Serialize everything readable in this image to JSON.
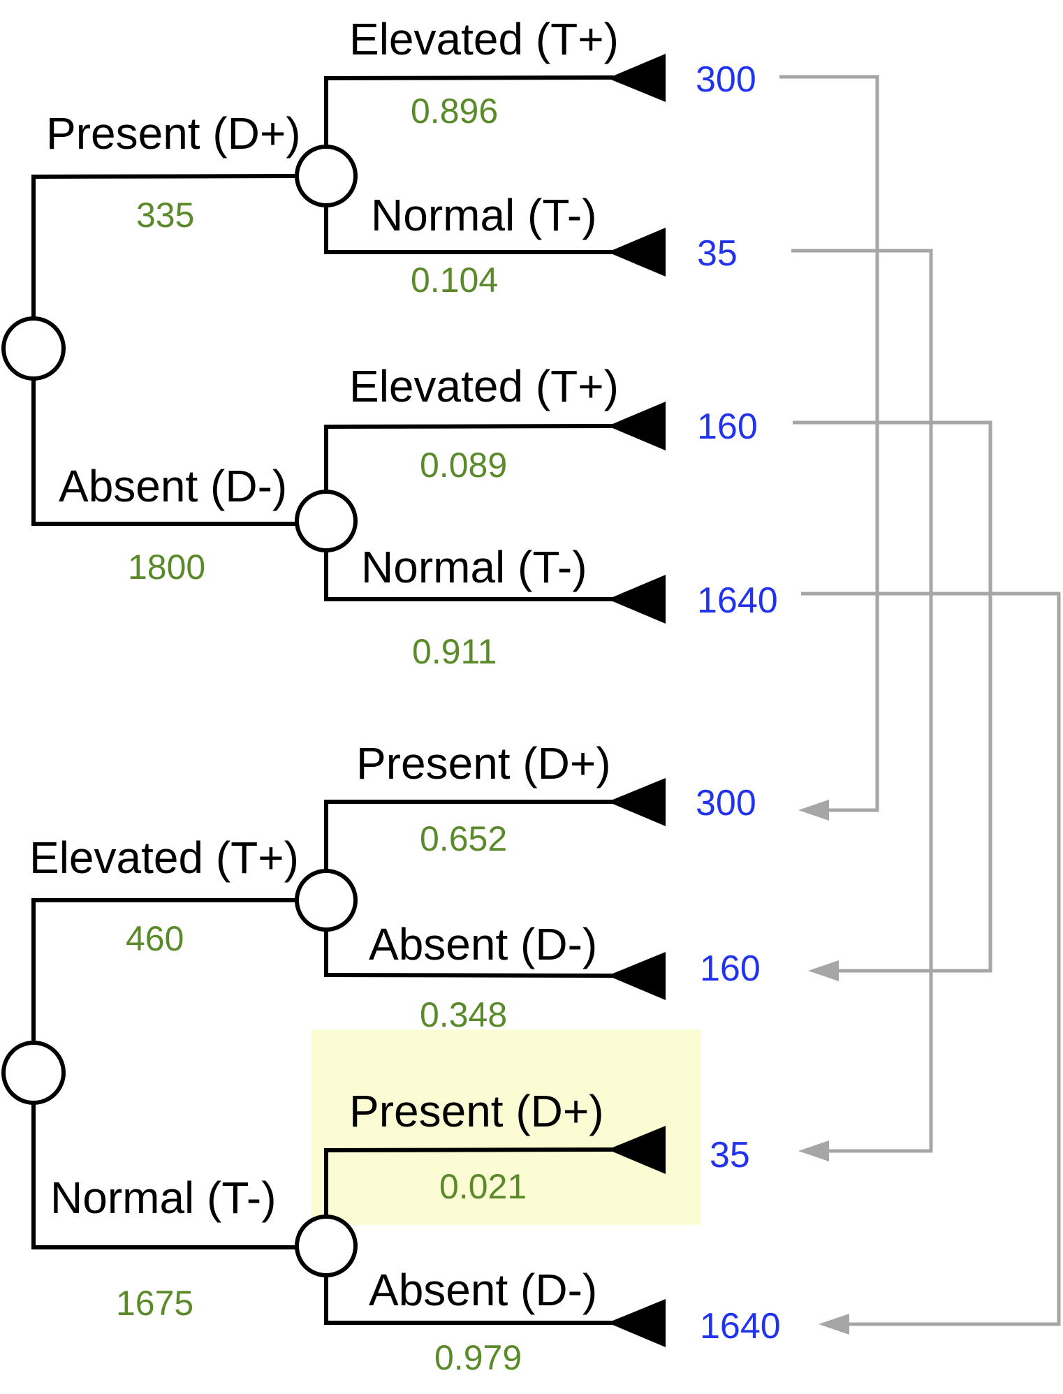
{
  "colors": {
    "line": "#000000",
    "probability_text": "#5a8a2a",
    "outcome_text": "#2233ee",
    "connector": "#a6a6a6",
    "highlight": "#fbfbd4"
  },
  "top_tree": {
    "present": {
      "label": "Present (D+)",
      "count": "335",
      "branches": [
        {
          "label": "Elevated (T+)",
          "prob": "0.896",
          "outcome": "300"
        },
        {
          "label": "Normal (T-)",
          "prob": "0.104",
          "outcome": "35"
        }
      ]
    },
    "absent": {
      "label": "Absent (D-)",
      "count": "1800",
      "branches": [
        {
          "label": "Elevated (T+)",
          "prob": "0.089",
          "outcome": "160"
        },
        {
          "label": "Normal (T-)",
          "prob": "0.911",
          "outcome": "1640"
        }
      ]
    }
  },
  "bottom_tree": {
    "elevated": {
      "label": "Elevated (T+)",
      "count": "460",
      "branches": [
        {
          "label": "Present (D+)",
          "prob": "0.652",
          "outcome": "300"
        },
        {
          "label": "Absent (D-)",
          "prob": "0.348",
          "outcome": "160"
        }
      ]
    },
    "normal": {
      "label": "Normal (T-)",
      "count": "1675",
      "branches": [
        {
          "label": "Present (D+)",
          "prob": "0.021",
          "outcome": "35"
        },
        {
          "label": "Absent (D-)",
          "prob": "0.979",
          "outcome": "1640"
        }
      ]
    }
  }
}
